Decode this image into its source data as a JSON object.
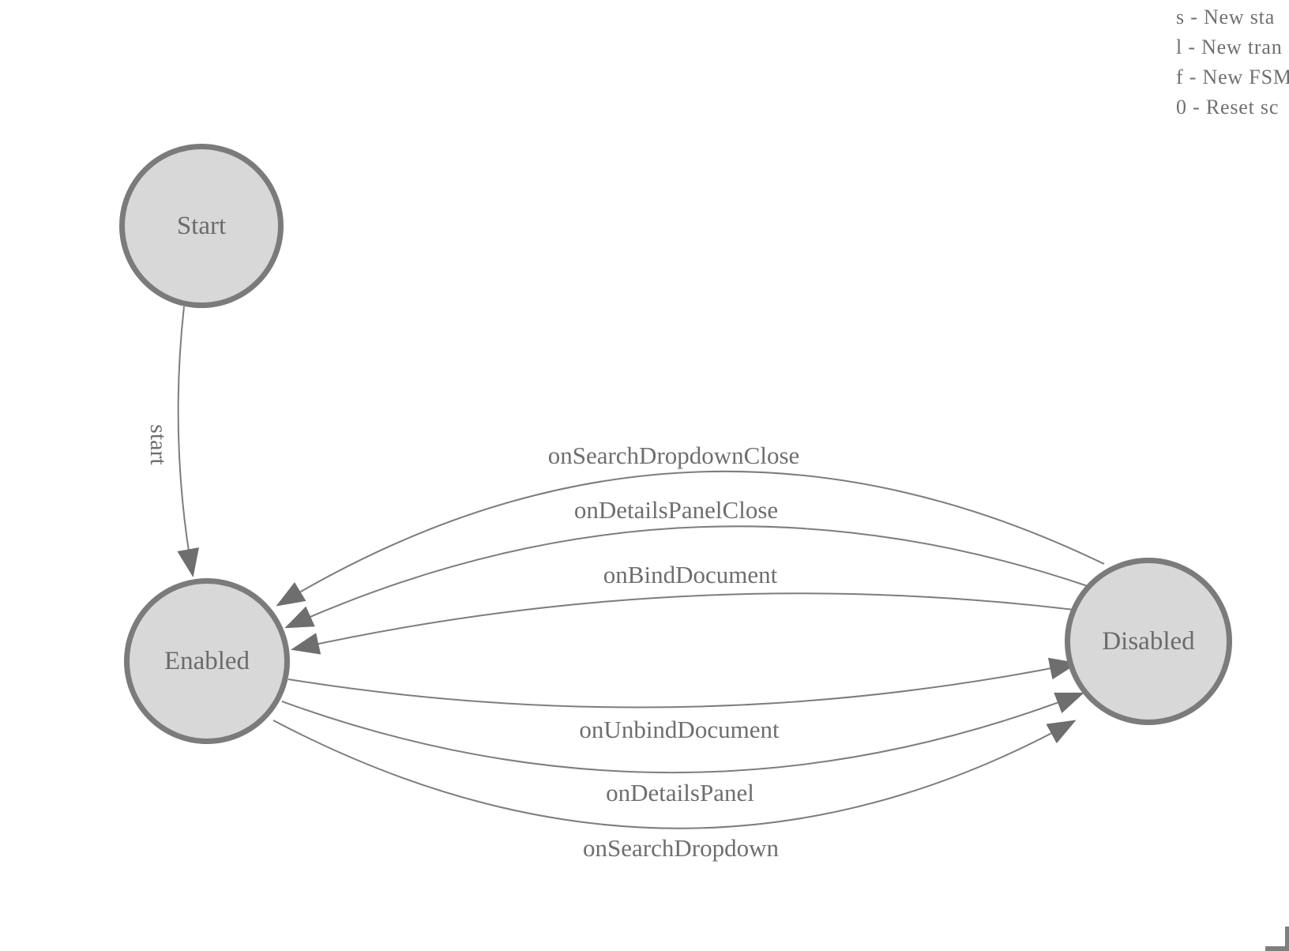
{
  "diagram": {
    "states": {
      "start": {
        "label": "Start"
      },
      "enabled": {
        "label": "Enabled"
      },
      "disabled": {
        "label": "Disabled"
      }
    },
    "transitions": {
      "start_edge": {
        "label": "start",
        "from": "Start",
        "to": "Enabled"
      },
      "onSearchDropdownClose": {
        "label": "onSearchDropdownClose",
        "from": "Disabled",
        "to": "Enabled"
      },
      "onDetailsPanelClose": {
        "label": "onDetailsPanelClose",
        "from": "Disabled",
        "to": "Enabled"
      },
      "onBindDocument": {
        "label": "onBindDocument",
        "from": "Disabled",
        "to": "Enabled"
      },
      "onUnbindDocument": {
        "label": "onUnbindDocument",
        "from": "Enabled",
        "to": "Disabled"
      },
      "onDetailsPanel": {
        "label": "onDetailsPanel",
        "from": "Enabled",
        "to": "Disabled"
      },
      "onSearchDropdown": {
        "label": "onSearchDropdown",
        "from": "Enabled",
        "to": "Disabled"
      }
    }
  },
  "legend": {
    "lines": [
      "s - New sta",
      "l - New tran",
      "f - New FSM",
      "0 - Reset sc"
    ]
  },
  "colors": {
    "state_fill": "#d8d8d8",
    "state_border": "#7b7b7b",
    "edge_line": "#7d7d7d",
    "arrow_fill": "#6e6e6e",
    "text": "#6b6b6b",
    "background": "#ffffff"
  }
}
